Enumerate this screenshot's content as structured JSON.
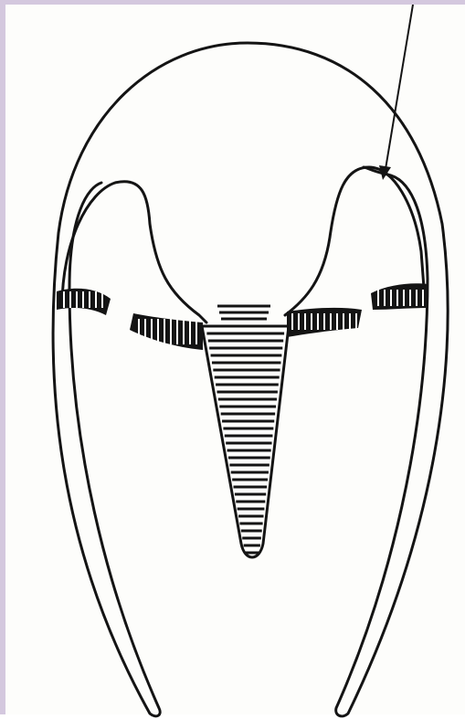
{
  "figure": {
    "subject": "",
    "colors": {
      "ink": "#141414",
      "paper": "#fdfdfb",
      "border": "#d4c8de"
    },
    "parts": [
      {
        "id": "outer-membrane",
        "kind": "outline"
      },
      {
        "id": "inner-cavity",
        "kind": "outline"
      },
      {
        "id": "left-outer-band",
        "kind": "hatched-band"
      },
      {
        "id": "left-inner-band",
        "kind": "hatched-band"
      },
      {
        "id": "right-inner-band",
        "kind": "hatched-band"
      },
      {
        "id": "right-outer-band",
        "kind": "hatched-band"
      },
      {
        "id": "central-funnel",
        "kind": "hatched-cone"
      },
      {
        "id": "pointer-arrow",
        "kind": "leader-line"
      }
    ]
  }
}
